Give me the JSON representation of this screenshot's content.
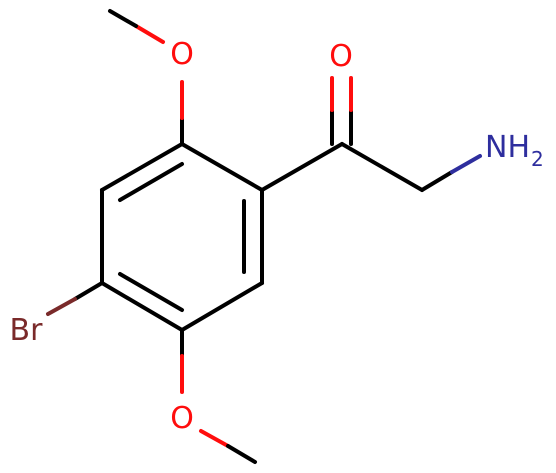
{
  "molecule": {
    "atoms": {
      "oxygen_top": "O",
      "oxygen_carbonyl": "O",
      "oxygen_bottom": "O",
      "bromine": "Br",
      "amine_n": "NH",
      "amine_sub": "2"
    }
  },
  "colors": {
    "bond": "#000000",
    "oxygen": "#ff0d0d",
    "nitrogen": "#3050f8",
    "nitrogen_label": "#2e2e9e",
    "bromine": "#7a2a2a"
  }
}
